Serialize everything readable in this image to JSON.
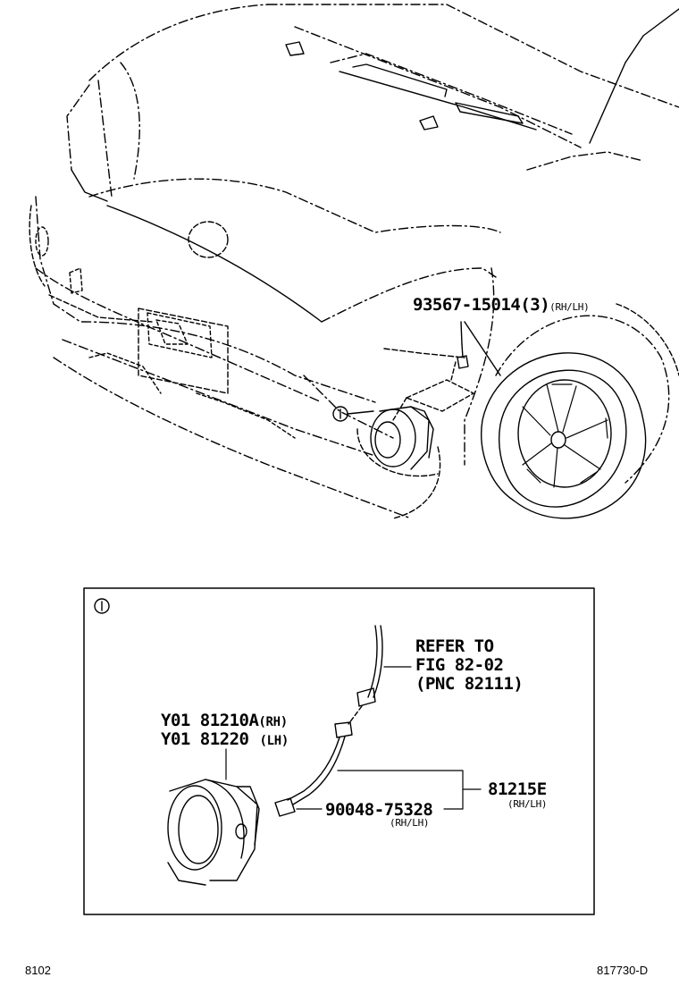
{
  "callout": {
    "marker": "1"
  },
  "labels": {
    "bolt_pn": "93567-15014",
    "bolt_qty": "(3)",
    "bolt_side": "(RH/LH)",
    "refer_line1": "REFER TO",
    "refer_line2": "FIG 82-02",
    "refer_line3": "(PNC 82111)",
    "lamp_rh_pn": "Y01 81210A",
    "lamp_rh_side": "(RH)",
    "lamp_lh_pn": "Y01 81220",
    "lamp_lh_side": "(LH)",
    "bulb_pn": "90048-75328",
    "bulb_side": "(RH/LH)",
    "wire_pn": "81215E",
    "wire_side": "(RH/LH)"
  },
  "footer": {
    "left": "8102",
    "right": "817730-D"
  }
}
